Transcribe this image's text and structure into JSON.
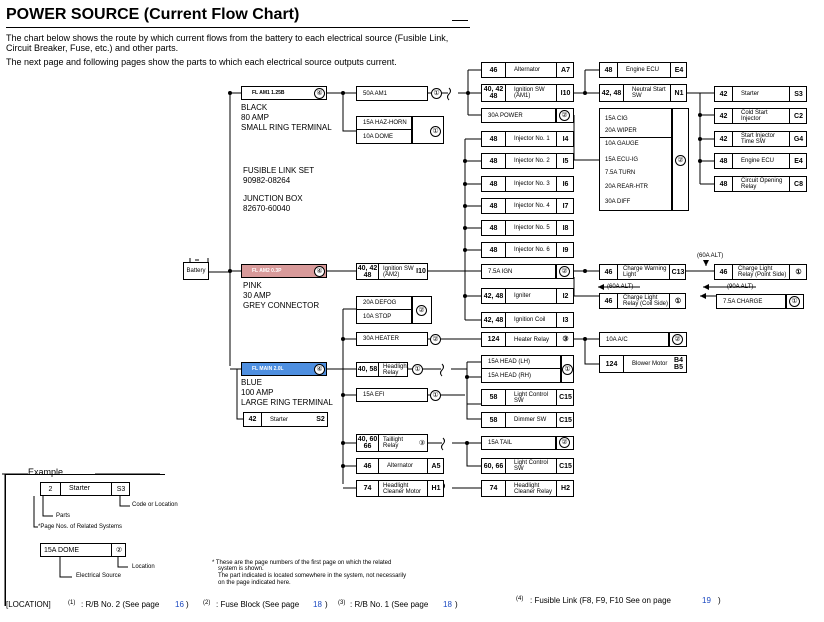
{
  "header": {
    "title": "POWER SOURCE (Current Flow Chart)",
    "intro_line1": "The chart below shows the route by which current flows from the battery to each electrical source (Fusible Link,",
    "intro_line2": "Circuit Breaker, Fuse, etc.) and other parts.",
    "intro_line3": "The next page and following pages show the parts to which each electrical source outputs current."
  },
  "battery": {
    "label": "Battery"
  },
  "fusible_links": {
    "am1": {
      "label": "FL AM1 1.25B",
      "marker": "④",
      "color": "#ffffff",
      "desc1": "BLACK",
      "desc2": "80 AMP",
      "desc3": "SMALL RING TERMINAL"
    },
    "am2": {
      "label": "FL AM2 0.3P",
      "marker": "④",
      "color": "#d89a9a",
      "desc1": "PINK",
      "desc2": "30 AMP",
      "desc3": "GREY CONNECTOR"
    },
    "main": {
      "label": "FL MAIN 2.0L",
      "marker": "④",
      "color": "#4e8fe0",
      "desc1": "BLUE",
      "desc2": "100 AMP",
      "desc3": "LARGE RING TERMINAL"
    }
  },
  "info": {
    "fl_set_label": "FUSIBLE LINK SET",
    "fl_set_number": "90982-08264",
    "jb_label": "JUNCTION BOX",
    "jb_number": "82670-60040"
  },
  "fuses": {
    "am1": "50A AM1",
    "am1_marker": "①",
    "haz_horn": "15A HAZ-HORN",
    "dome": "10A DOME",
    "dome_marker": "①",
    "power": "30A POWER",
    "power_marker": "②",
    "block": [
      "15A CIG",
      "20A WIPER",
      "10A GAUGE",
      "15A ECU-IG",
      "7.5A TURN",
      "20A REAR-HTR",
      "30A DIFF"
    ],
    "block_marker": "②",
    "ign": "7.5A IGN",
    "ign_marker": "②",
    "defog": "20A DEFOG",
    "stop": "10A STOP",
    "defog_marker": "②",
    "heater": "30A HEATER",
    "heater_marker": "②",
    "efi": "15A EFI",
    "efi_marker": "①",
    "head_lh": "15A HEAD (LH)",
    "head_rh": "15A HEAD (RH)",
    "head_marker": "①",
    "tail": "15A TAIL",
    "tail_marker": "②",
    "ac": "10A A/C",
    "ac_marker": "②",
    "charge": "7.5A CHARGE",
    "charge_marker": "①"
  },
  "parts": {
    "alternator_top": {
      "num": "46",
      "name": "Alternator",
      "code": "A7"
    },
    "engine_ecu_top": {
      "num": "48",
      "name": "Engine ECU",
      "code": "E4"
    },
    "ignition_sw_am1": {
      "num": "40, 42\n48",
      "name": "Ignition SW\n(AM1)",
      "code": "I10"
    },
    "neutral_start": {
      "num": "42, 48",
      "name": "Neutral Start\nSW",
      "code": "N1"
    },
    "starter_right": {
      "num": "42",
      "name": "Starter",
      "code": "S3"
    },
    "cold_start": {
      "num": "42",
      "name": "Cold Start\nInjector",
      "code": "C2"
    },
    "start_inj_time": {
      "num": "42",
      "name": "Start Injector\nTime SW",
      "code": "G4"
    },
    "engine_ecu_right": {
      "num": "48",
      "name": "Engine ECU",
      "code": "E4"
    },
    "circuit_open": {
      "num": "48",
      "name": "Circuit Opening\nRelay",
      "code": "C8"
    },
    "injectors": [
      {
        "num": "48",
        "name": "Injector No. 1",
        "code": "I4"
      },
      {
        "num": "48",
        "name": "Injector No. 2",
        "code": "I5"
      },
      {
        "num": "48",
        "name": "Injector No. 3",
        "code": "I6"
      },
      {
        "num": "48",
        "name": "Injector No. 4",
        "code": "I7"
      },
      {
        "num": "48",
        "name": "Injector No. 5",
        "code": "I8"
      },
      {
        "num": "48",
        "name": "Injector No. 6",
        "code": "I9"
      }
    ],
    "ignition_sw_am2": {
      "num": "40, 42\n48",
      "name": "Ignition SW\n(AM2)",
      "code": "I10"
    },
    "igniter": {
      "num": "42, 48",
      "name": "Igniter",
      "code": "I2"
    },
    "ignition_coil": {
      "num": "42, 48",
      "name": "Ignition Coil",
      "code": "I3"
    },
    "charge_warning": {
      "num": "46",
      "name": "Charge Warning\nLight",
      "code": "C13"
    },
    "charge_light_relay_pts": {
      "num": "46",
      "name": "Charge Light\nRelay (Point Side)",
      "code": "①"
    },
    "charge_light_relay_coil": {
      "num": "46",
      "name": "Charge Light\nRelay (Coil Side)",
      "code": "①"
    },
    "heater_relay": {
      "num": "124",
      "name": "Heater Relay",
      "code": "③"
    },
    "blower_motor": {
      "num": "124",
      "name": "Blower Motor",
      "code": "B4\nB5"
    },
    "headlight_relay": {
      "num": "40, 58",
      "name": "Headlight Relay",
      "code": "①"
    },
    "light_control_1": {
      "num": "58",
      "name": "Light Control\nSW",
      "code": "C15"
    },
    "dimmer_sw": {
      "num": "58",
      "name": "Dimmer SW",
      "code": "C15"
    },
    "starter_main": {
      "num": "42",
      "name": "Starter",
      "code": "S2"
    },
    "taillight_relay": {
      "num": "40, 60\n66",
      "name": "Taillight Relay",
      "code": "③"
    },
    "light_control_2": {
      "num": "60, 66",
      "name": "Light Control\nSW",
      "code": "C15"
    },
    "alternator_bottom": {
      "num": "46",
      "name": "Alternator",
      "code": "A5"
    },
    "hl_cleaner_motor": {
      "num": "74",
      "name": "Headlight\nCleaner Motor",
      "code": "H1"
    },
    "hl_cleaner_relay": {
      "num": "74",
      "name": "Headlight\nCleaner Relay",
      "code": "H2"
    }
  },
  "arrows": {
    "alt1": "(60A ALT)",
    "alt2": "(60A ALT)",
    "alt3": "(90A ALT)"
  },
  "example": {
    "title": "Example",
    "num": "2",
    "name": "Starter",
    "code": "S3",
    "code_label": "Code or Location",
    "parts_label": "Parts",
    "pages_label": "*Page Nos. of Related Systems",
    "fuse_name": "15A DOME",
    "fuse_marker": "②",
    "location_label": "Location",
    "source_label": "Electrical Source"
  },
  "footnote": {
    "line1": "*  These are the page numbers of the first page on which the related",
    "line2": "system is shown.",
    "line3": "The part indicated is located somewhere in the system, not necessarily",
    "line4": "on the page indicated here."
  },
  "location": {
    "label": "[LOCATION]",
    "item1_marker": "(1)",
    "item1_text": ": R/B No. 2 (See page",
    "item1_page": "16",
    "item2_marker": "(2)",
    "item2_text": ": Fuse Block (See page",
    "item2_page": "18",
    "item3_marker": "(3)",
    "item3_text": ": R/B No. 1 (See page",
    "item3_page": "18",
    "item4_marker": "(4)",
    "item4_text": ": Fusible Link (F8, F9, F10 See on page",
    "item4_page": "19",
    "close": ")"
  }
}
